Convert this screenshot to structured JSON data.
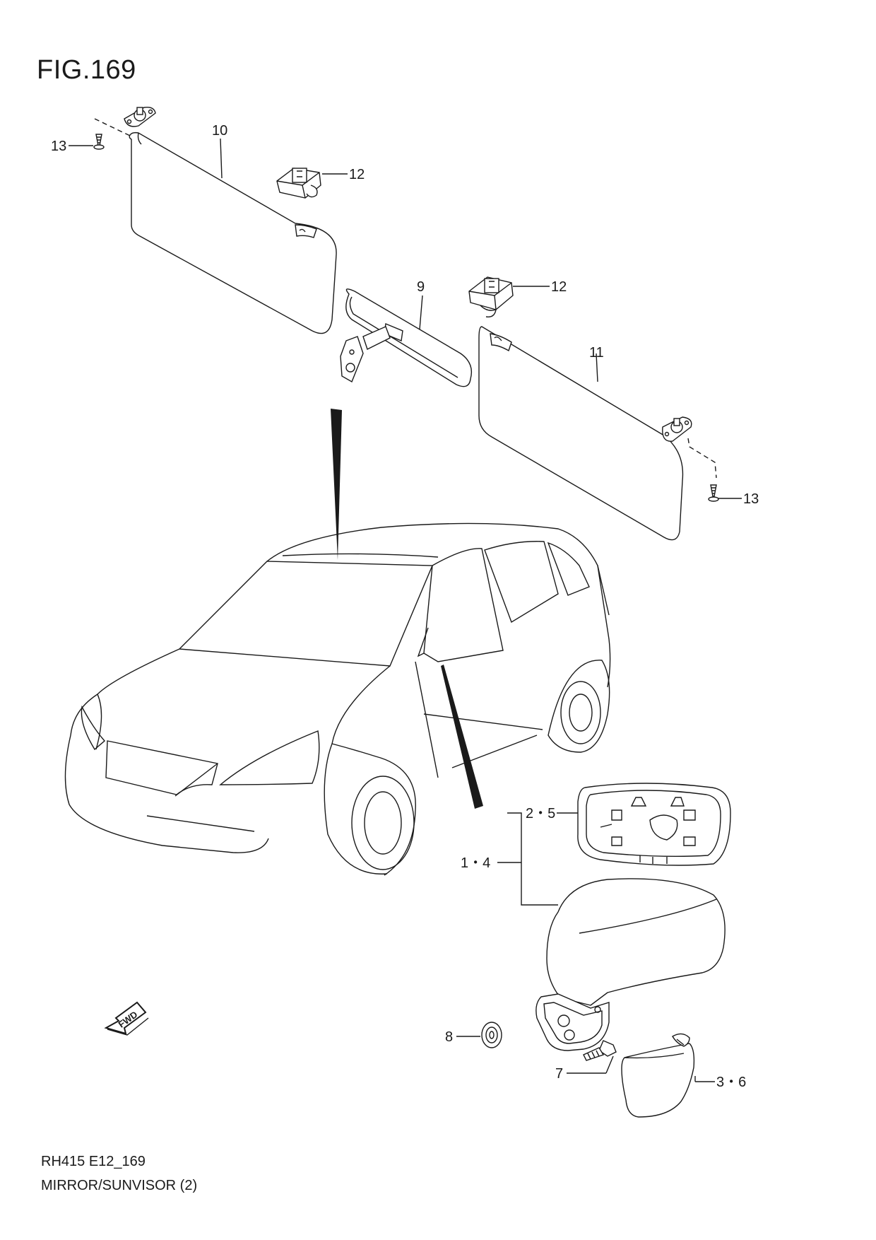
{
  "figure": {
    "title": "FIG.169"
  },
  "footer": {
    "code": "RH415 E12_169",
    "name": "MIRROR/SUNVISOR (2)"
  },
  "fwd_label": "FWD",
  "callouts": {
    "c1": "13",
    "c2": "10",
    "c3": "12",
    "c4": "9",
    "c5": "12",
    "c6": "11",
    "c7": "13",
    "c8": "2・5",
    "c9": "1・4",
    "c10": "8",
    "c11": "7",
    "c12": "3・6"
  },
  "parts": [
    {
      "ref": "13",
      "name": "screw-left"
    },
    {
      "ref": "10",
      "name": "sunvisor-left"
    },
    {
      "ref": "12",
      "name": "sunvisor-holder-left"
    },
    {
      "ref": "9",
      "name": "inside-rearview-mirror"
    },
    {
      "ref": "12",
      "name": "sunvisor-holder-right"
    },
    {
      "ref": "11",
      "name": "sunvisor-right"
    },
    {
      "ref": "13",
      "name": "screw-right"
    },
    {
      "ref": "2・5",
      "name": "mirror-glass"
    },
    {
      "ref": "1・4",
      "name": "outside-mirror-assy"
    },
    {
      "ref": "8",
      "name": "grommet"
    },
    {
      "ref": "7",
      "name": "mirror-bolt"
    },
    {
      "ref": "3・6",
      "name": "mirror-cover"
    }
  ]
}
